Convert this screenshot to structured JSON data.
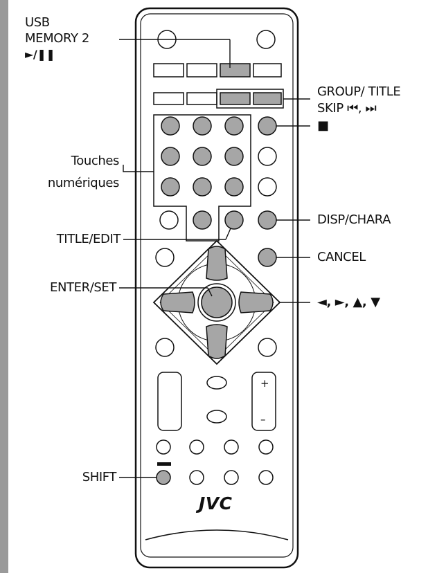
{
  "colors": {
    "side_bar": "#9a9a9a",
    "button_fill_gray": "#a6a6a6",
    "outline": "#111111",
    "background": "#ffffff"
  },
  "brand": {
    "logo_text": "JVC"
  },
  "labels": {
    "usb_line1": "USB",
    "usb_line2": "MEMORY 2",
    "usb_line3": "►/❚❚",
    "group_line1": "GROUP/ TITLE",
    "group_line2": "SKIP ⏮, ⏭",
    "stop_symbol": "■",
    "touches_line1": "Touches",
    "touches_line2": "numériques",
    "disp_chara": "DISP/CHARA",
    "title_edit": "TITLE/EDIT",
    "cancel": "CANCEL",
    "enter_set": "ENTER/SET",
    "cursor_arrows": "◄, ►, ▲, ▼",
    "shift": "SHIFT",
    "volume_plus": "+",
    "volume_minus": "–"
  }
}
